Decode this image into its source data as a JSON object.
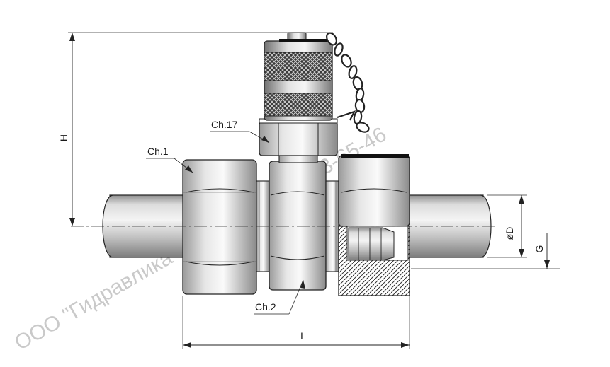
{
  "watermark": "ООО \"Гидравлика-Сибирь\" (391) 293-65-46",
  "labels": {
    "ch17": "Ch.17",
    "ch1": "Ch.1",
    "ch2": "Ch.2"
  },
  "dimensions": {
    "height": "H",
    "length": "L",
    "diameter": "øD",
    "thread": "G"
  }
}
